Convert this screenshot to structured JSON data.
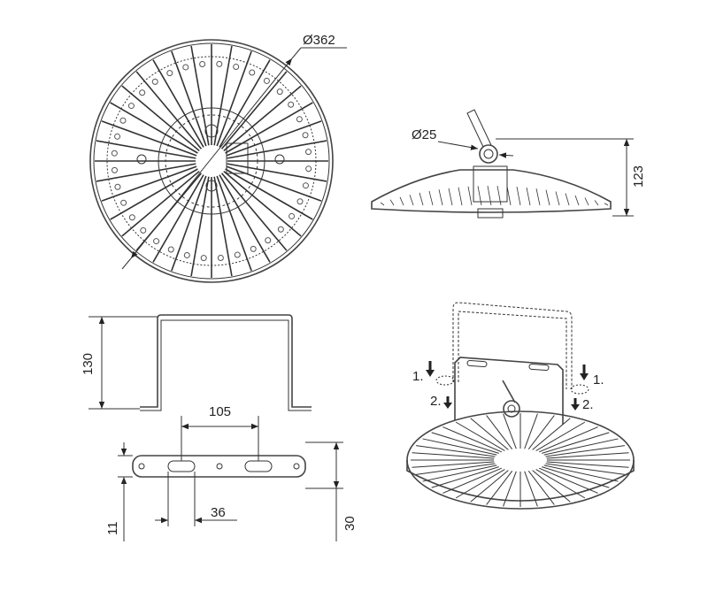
{
  "top_view": {
    "diameter_label": "Ø362"
  },
  "side_view": {
    "eyebolt_label": "Ø25",
    "height_label": "123"
  },
  "bracket": {
    "height_label": "130"
  },
  "plate": {
    "slot_spacing_label": "105",
    "thickness_label": "11",
    "slot_length_label": "36",
    "width_label": "30"
  },
  "install_view": {
    "step1_label": "1.",
    "step2_label": "2."
  },
  "colors": {
    "line": "#333333",
    "background": "#ffffff"
  }
}
